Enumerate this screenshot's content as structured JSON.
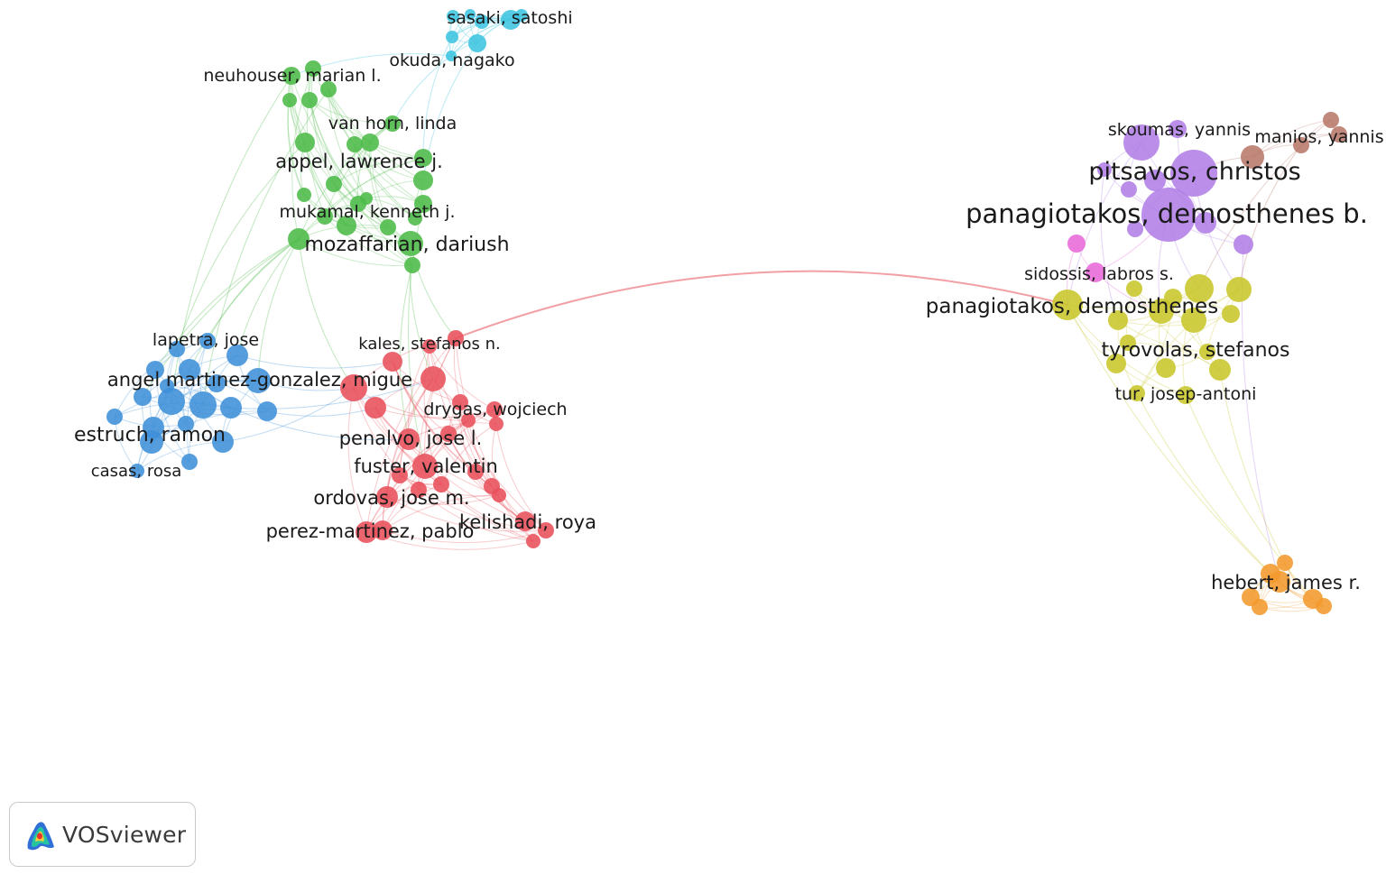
{
  "network": {
    "colors": {
      "red": "#e8505b",
      "green": "#4cbb48",
      "blue": "#3d8fd8",
      "cyan": "#3ec4e0",
      "purple": "#b07ee6",
      "yellow": "#c8c62a",
      "brown": "#b8786a",
      "pink": "#e86ad8",
      "orange": "#f39a2e"
    },
    "labels": [
      {
        "text": "sasaki, satoshi",
        "cluster": "cyan"
      },
      {
        "text": "okuda, nagako",
        "cluster": "cyan"
      },
      {
        "text": "neuhouser, marian l.",
        "cluster": "green"
      },
      {
        "text": "van horn, linda",
        "cluster": "green"
      },
      {
        "text": "appel, lawrence j.",
        "cluster": "green"
      },
      {
        "text": "mukamal, kenneth j.",
        "cluster": "green"
      },
      {
        "text": "mozaffarian, dariush",
        "cluster": "green"
      },
      {
        "text": "lapetra, jose",
        "cluster": "blue"
      },
      {
        "text": "angel martinez-gonzalez, migue",
        "cluster": "blue"
      },
      {
        "text": "estruch, ramon",
        "cluster": "blue"
      },
      {
        "text": "casas, rosa",
        "cluster": "blue"
      },
      {
        "text": "kales, stefanos n.",
        "cluster": "red"
      },
      {
        "text": "drygas, wojciech",
        "cluster": "red"
      },
      {
        "text": "penalvo, jose l.",
        "cluster": "red"
      },
      {
        "text": "fuster, valentin",
        "cluster": "red"
      },
      {
        "text": "ordovas, jose m.",
        "cluster": "red"
      },
      {
        "text": "perez-martinez, pablo",
        "cluster": "red"
      },
      {
        "text": "kelishadi, roya",
        "cluster": "red"
      },
      {
        "text": "skoumas, yannis",
        "cluster": "purple"
      },
      {
        "text": "manios, yannis",
        "cluster": "brown"
      },
      {
        "text": "pitsavos, christos",
        "cluster": "purple"
      },
      {
        "text": "panagiotakos, demosthenes b.",
        "cluster": "purple"
      },
      {
        "text": "sidossis, labros s.",
        "cluster": "pink"
      },
      {
        "text": "panagiotakos, demosthenes",
        "cluster": "yellow"
      },
      {
        "text": "tyrovolas, stefanos",
        "cluster": "yellow"
      },
      {
        "text": "tur, josep-antoni",
        "cluster": "yellow"
      },
      {
        "text": "hebert, james r.",
        "cluster": "orange"
      }
    ]
  },
  "badge": {
    "text": "VOSviewer",
    "logo_icon": "vosviewer-logo-icon"
  }
}
